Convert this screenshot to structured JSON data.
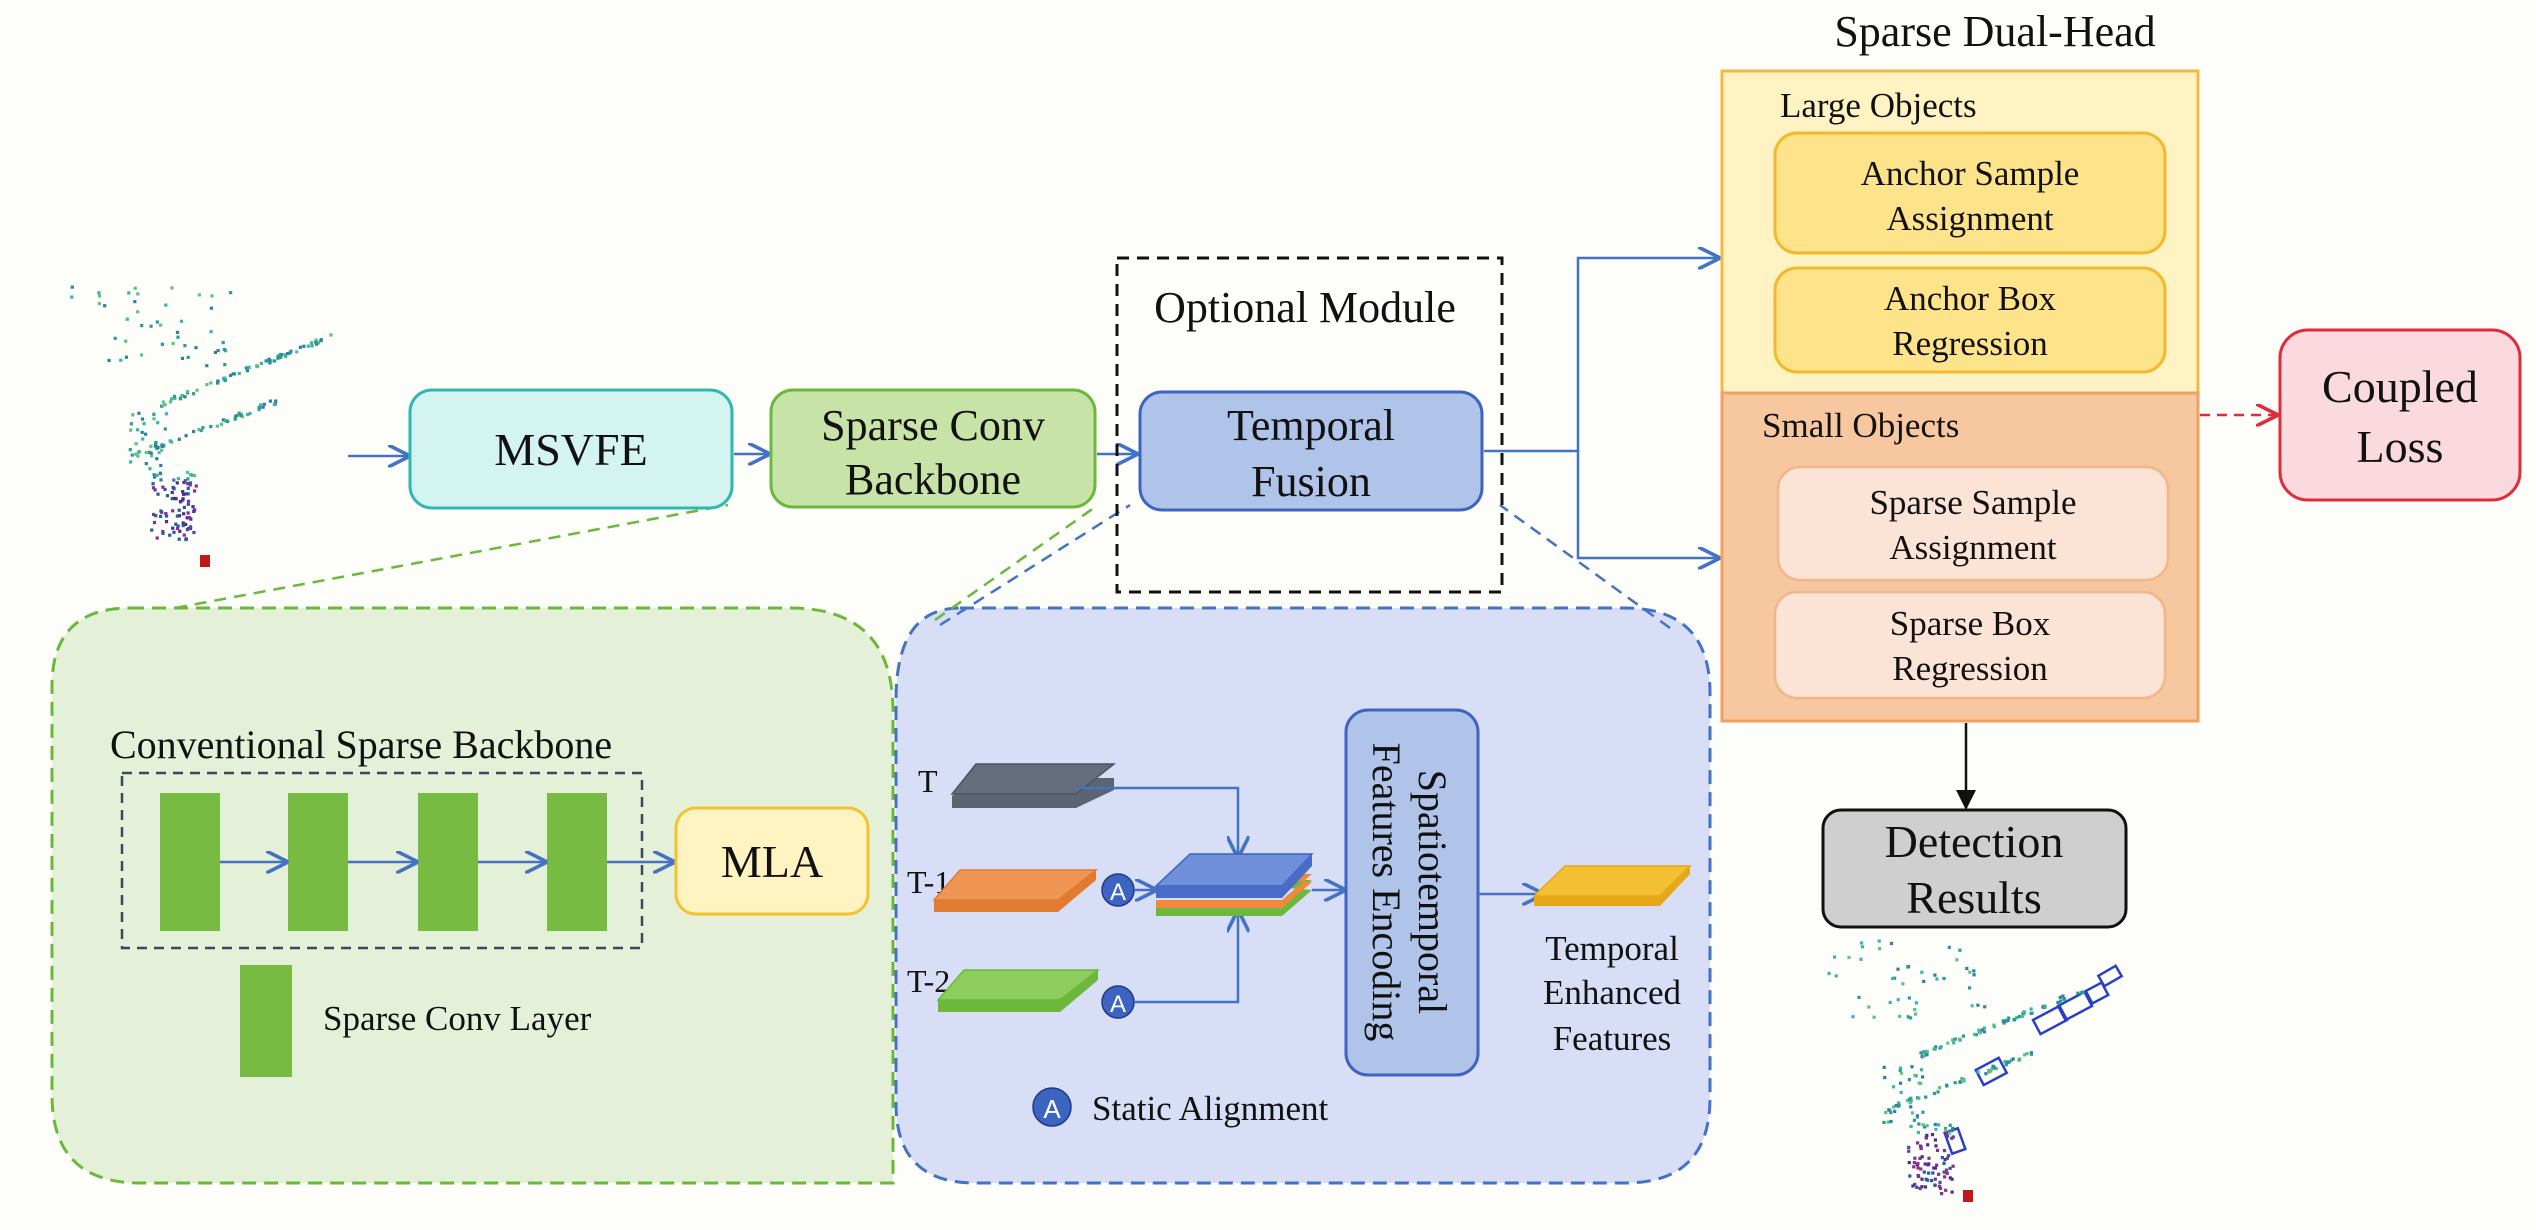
{
  "nodes": {
    "msvfe": "MSVFE",
    "backbone": [
      "Sparse Conv",
      "Backbone"
    ],
    "optional_module": "Optional Module",
    "temporal_fusion": [
      "Temporal",
      "Fusion"
    ],
    "dual_head_title": "Sparse Dual-Head",
    "large_objects": "Large Objects",
    "anchor_sample": [
      "Anchor Sample",
      "Assignment"
    ],
    "anchor_box": [
      "Anchor Box",
      "Regression"
    ],
    "small_objects": "Small Objects",
    "sparse_sample": [
      "Sparse Sample",
      "Assignment"
    ],
    "sparse_box": [
      "Sparse Box",
      "Regression"
    ],
    "coupled_loss": [
      "Coupled",
      "Loss"
    ],
    "detection": [
      "Detection",
      "Results"
    ]
  },
  "backbone_detail": {
    "title": "Conventional Sparse Backbone",
    "mla": "MLA",
    "legend_layer": "Sparse Conv Layer"
  },
  "temporal_detail": {
    "frames": [
      "T",
      "T-1",
      "T-2"
    ],
    "align_symbol": "A",
    "encoding": [
      "Spatiotemporal",
      "Features Encoding"
    ],
    "output": [
      "Temporal",
      "Enhanced",
      "Features"
    ],
    "legend_align": "Static Alignment"
  },
  "colors": {
    "arrow": "#4472c4",
    "msvfe_fill": "#d4f4f2",
    "msvfe_stroke": "#2fb8b0",
    "backbone_fill": "#c8e3a8",
    "backbone_stroke": "#6cb83c",
    "fusion_fill": "#b0c4ea",
    "fusion_stroke": "#3c64c0",
    "large_fill": "#fff3c4",
    "large_stroke": "#f5b942",
    "small_fill": "#f7c7a0",
    "small_stroke": "#f0a060",
    "loss_fill": "#fadadf",
    "loss_stroke": "#e22b3a",
    "detect_fill": "#cfcfcf",
    "green_panel": "#e5f0d8",
    "blue_panel": "#d7def5",
    "layer_green": "#77bb42",
    "mla_fill": "#fff3c2"
  }
}
